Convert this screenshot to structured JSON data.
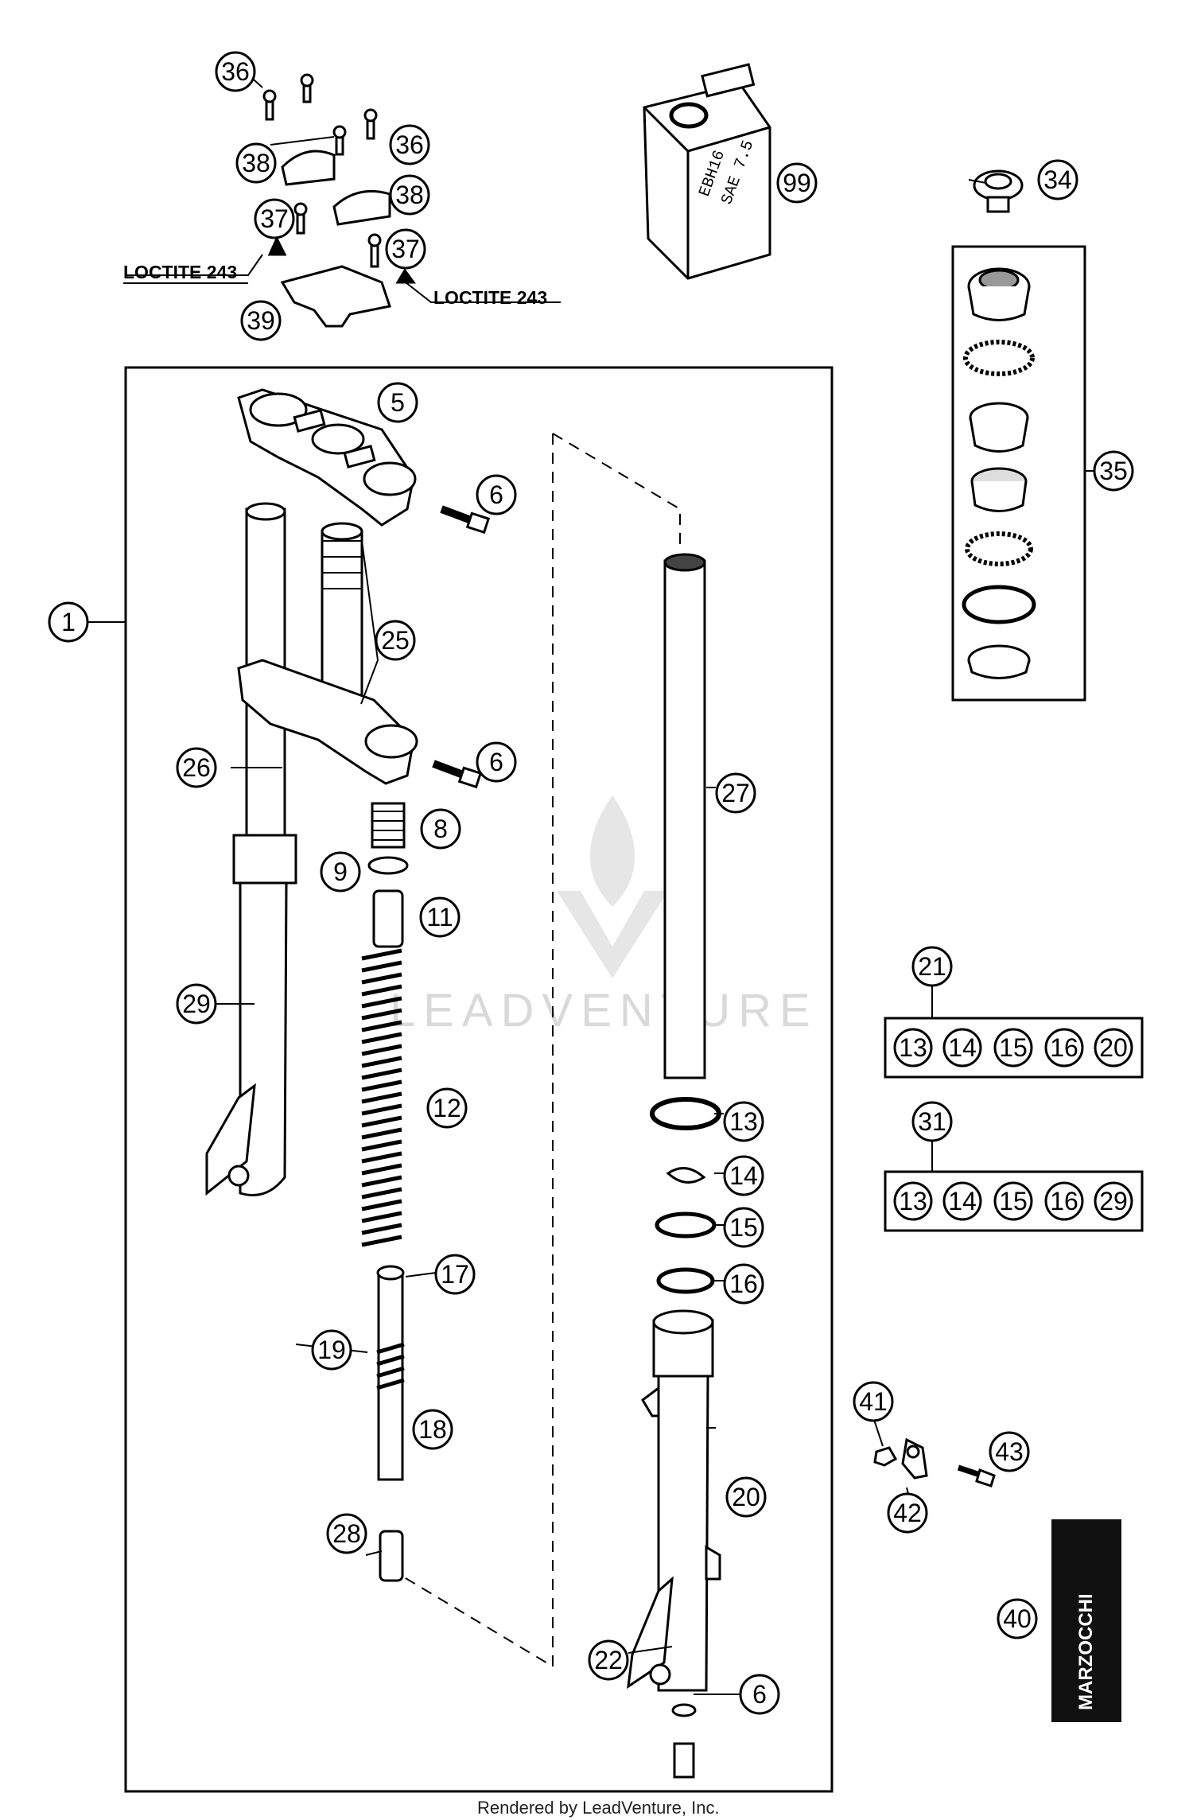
{
  "callouts": {
    "c1": "1",
    "c5": "5",
    "c6a": "6",
    "c6b": "6",
    "c6c": "6",
    "c8": "8",
    "c9": "9",
    "c11": "11",
    "c12": "12",
    "c13": "13",
    "c14": "14",
    "c15": "15",
    "c16": "16",
    "c17": "17",
    "c18": "18",
    "c19": "19",
    "c20": "20",
    "c21": "21",
    "c22": "22",
    "c25": "25",
    "c26": "26",
    "c27": "27",
    "c28": "28",
    "c29": "29",
    "c31": "31",
    "c34": "34",
    "c35": "35",
    "c36a": "36",
    "c36b": "36",
    "c37a": "37",
    "c37b": "37",
    "c38a": "38",
    "c38b": "38",
    "c39": "39",
    "c40": "40",
    "c41": "41",
    "c42": "42",
    "c43": "43",
    "c99": "99"
  },
  "kit21": {
    "label": "21",
    "items": [
      "13",
      "14",
      "15",
      "16",
      "20"
    ]
  },
  "kit31": {
    "label": "31",
    "items": [
      "13",
      "14",
      "15",
      "16",
      "29"
    ]
  },
  "loctite_left": "LOCTITE 243",
  "loctite_right": "LOCTITE 243",
  "oil_can": {
    "line1": "EBH16",
    "line2": "SAE 7.5"
  },
  "brand_plate": "MARZOCCHI",
  "watermark": "LEADVENTURE",
  "footer": "Rendered by LeadVenture, Inc."
}
